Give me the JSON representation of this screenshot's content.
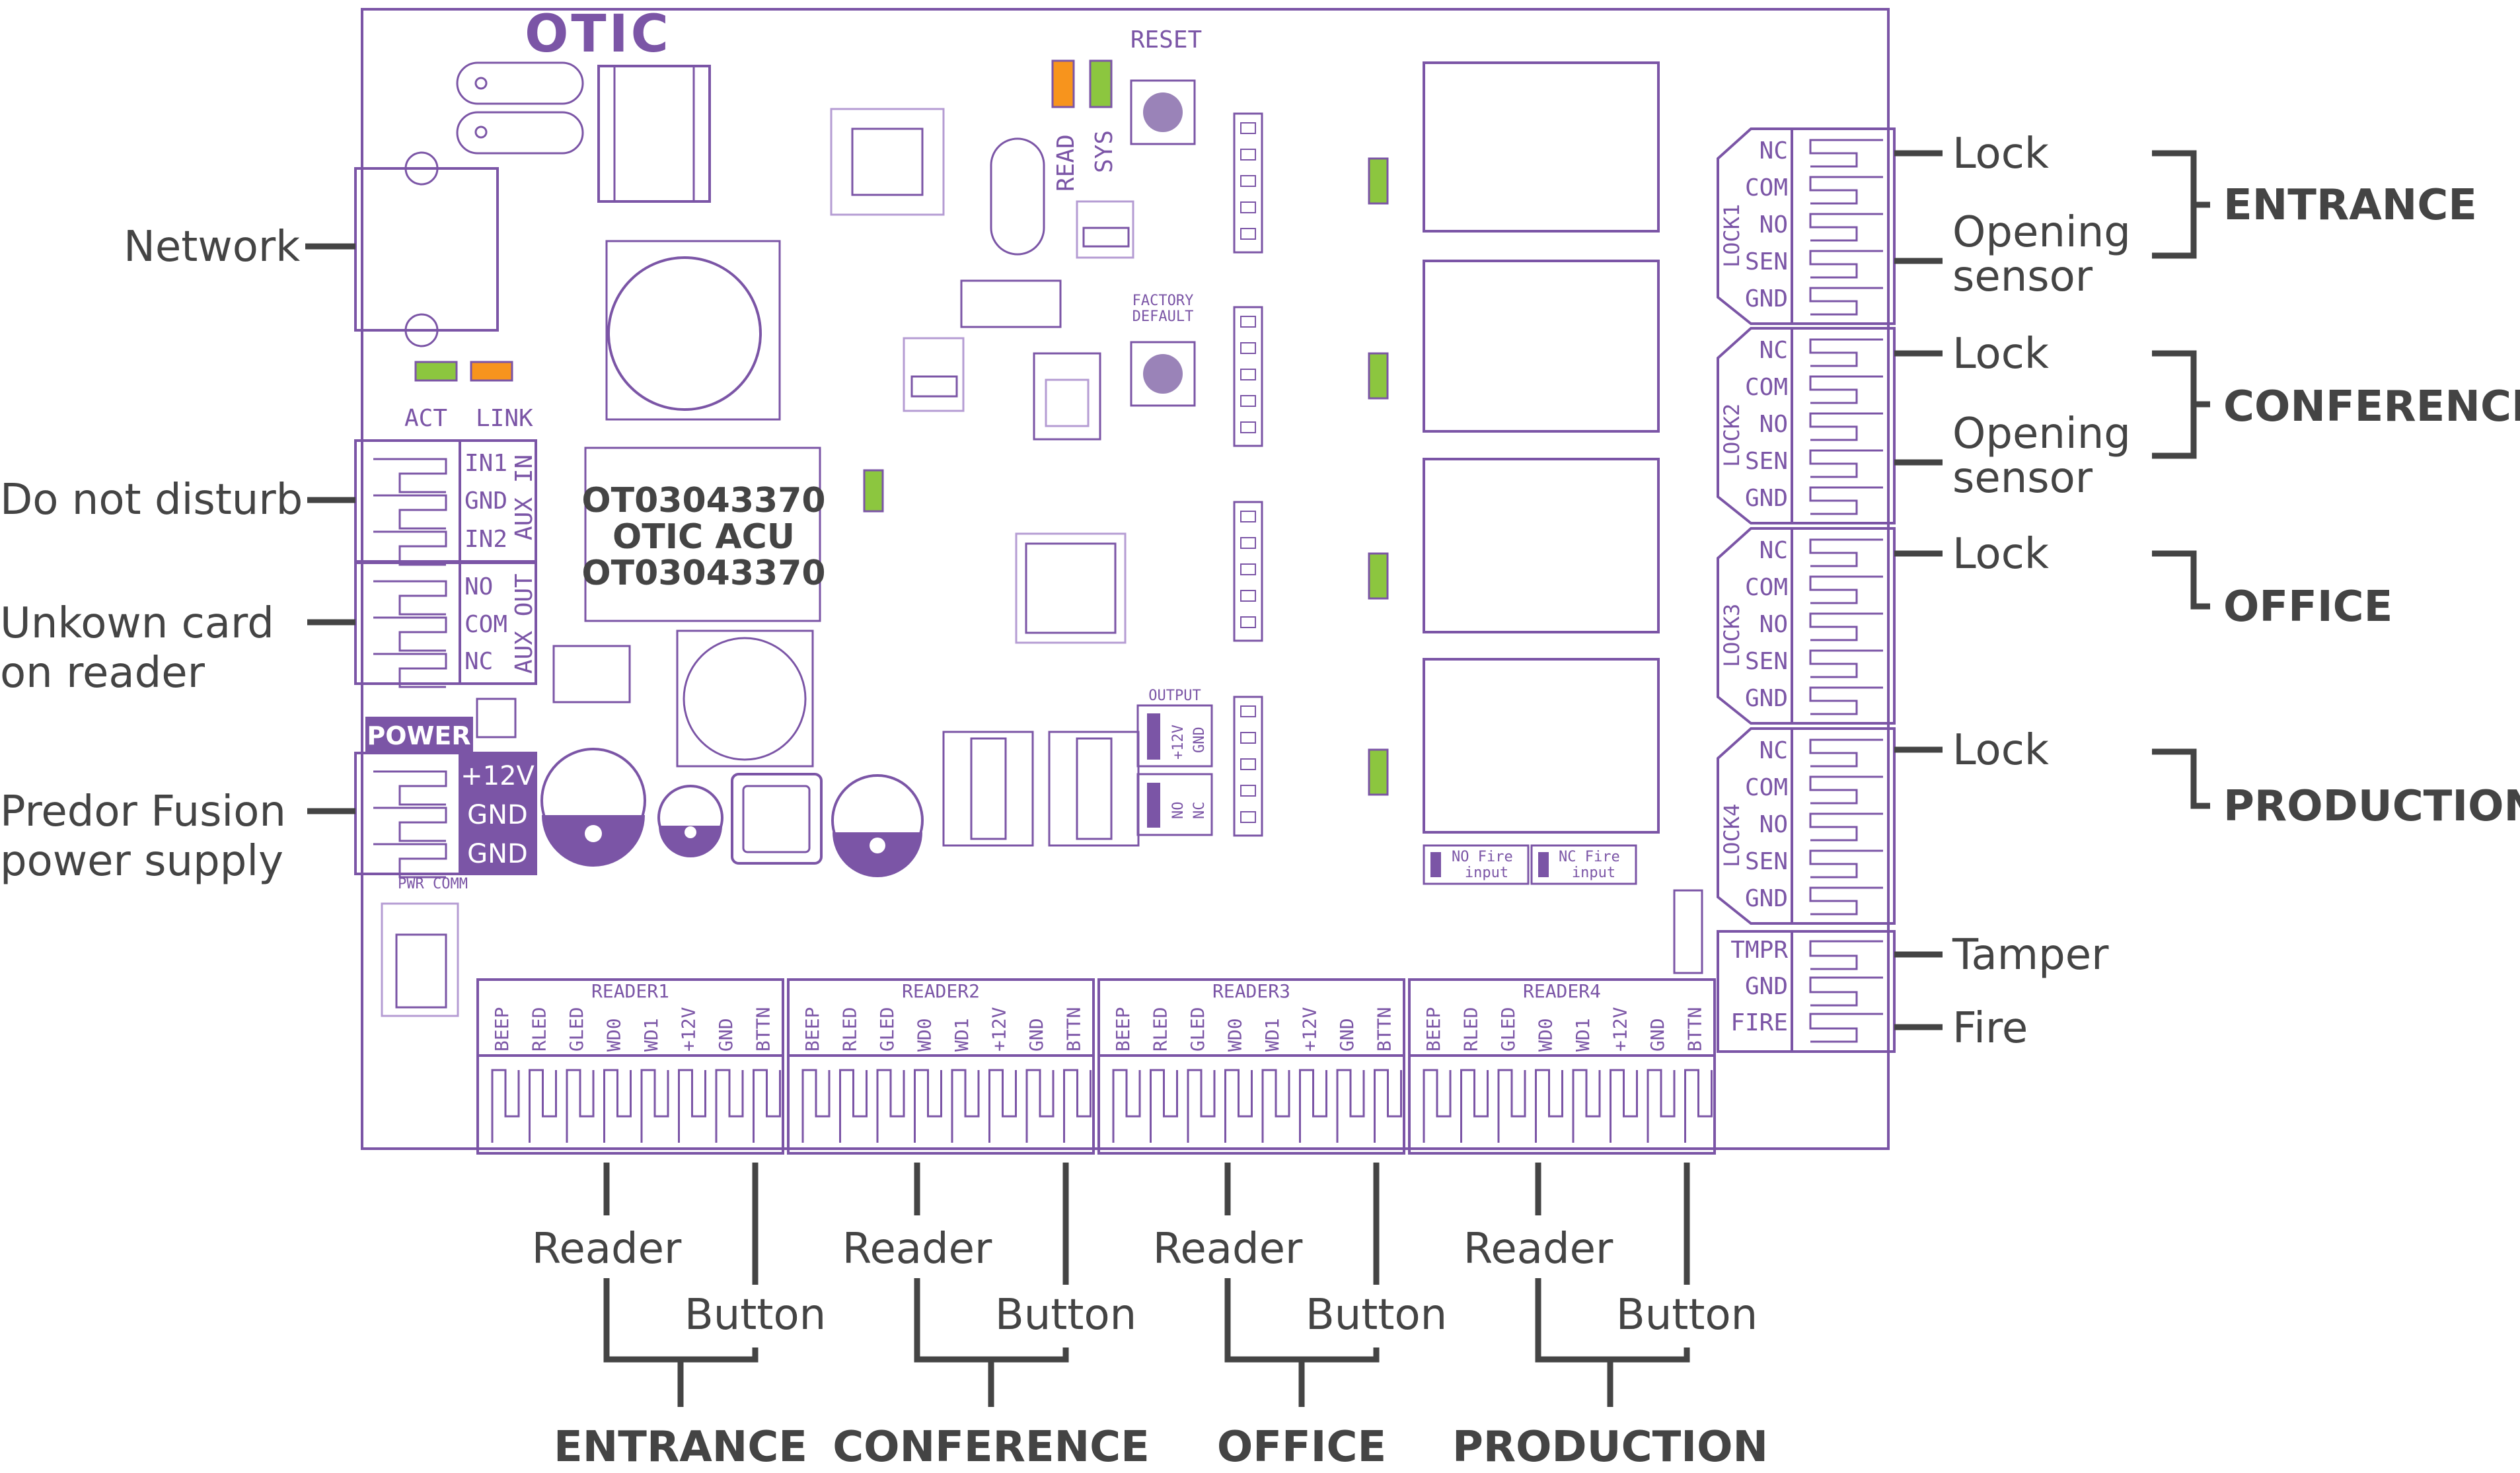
{
  "colors": {
    "board": "#7b55a6",
    "board_light": "#b59cd3",
    "label": "#444444",
    "led_green": "#8cc63f",
    "led_orange": "#f7941d",
    "power_badge": "#7b55a6"
  },
  "board": {
    "logo": "OTIC",
    "reset": "RESET",
    "factory_default": [
      "FACTORY",
      "DEFAULT"
    ],
    "read_led": "READ",
    "sys_led": "SYS",
    "act": "ACT",
    "link": "LINK",
    "id_lines": [
      "OT03043370",
      "OTIC ACU",
      "OT03043370"
    ],
    "aux_in_title": "AUX IN",
    "aux_in_pins": [
      "IN1",
      "GND",
      "IN2"
    ],
    "aux_out_title": "AUX OUT",
    "aux_out_pins": [
      "NO",
      "COM",
      "NC"
    ],
    "power_title": "POWER",
    "power_pins": [
      "+12V",
      "GND",
      "GND"
    ],
    "pwr_comm": "PWR COMM",
    "output_title": "OUTPUT",
    "output_pins_top": [
      "+12V",
      "GND"
    ],
    "output_pins_bottom": [
      "NO",
      "NC"
    ],
    "fire_inputs": [
      "NO Fire input",
      "NC Fire input"
    ],
    "locks": [
      {
        "title": "LOCK1",
        "pins": [
          "NC",
          "COM",
          "NO",
          "SEN",
          "GND"
        ]
      },
      {
        "title": "LOCK2",
        "pins": [
          "NC",
          "COM",
          "NO",
          "SEN",
          "GND"
        ]
      },
      {
        "title": "LOCK3",
        "pins": [
          "NC",
          "COM",
          "NO",
          "SEN",
          "GND"
        ]
      },
      {
        "title": "LOCK4",
        "pins": [
          "NC",
          "COM",
          "NO",
          "SEN",
          "GND"
        ]
      }
    ],
    "tamper_pins": [
      "TMPR",
      "GND",
      "FIRE"
    ],
    "readers": [
      {
        "title": "READER1",
        "pins": [
          "BEEP",
          "RLED",
          "GLED",
          "WD0",
          "WD1",
          "+12V",
          "GND",
          "BTTN"
        ]
      },
      {
        "title": "READER2",
        "pins": [
          "BEEP",
          "RLED",
          "GLED",
          "WD0",
          "WD1",
          "+12V",
          "GND",
          "BTTN"
        ]
      },
      {
        "title": "READER3",
        "pins": [
          "BEEP",
          "RLED",
          "GLED",
          "WD0",
          "WD1",
          "+12V",
          "GND",
          "BTTN"
        ]
      },
      {
        "title": "READER4",
        "pins": [
          "BEEP",
          "RLED",
          "GLED",
          "WD0",
          "WD1",
          "+12V",
          "GND",
          "BTTN"
        ]
      }
    ]
  },
  "left_labels": {
    "network": "Network",
    "do_not_disturb": "Do not disturb",
    "unknown_card": [
      "Unkown card",
      "on reader"
    ],
    "power_supply": [
      "Predor Fusion",
      "power supply"
    ]
  },
  "right_labels": {
    "lock": "Lock",
    "opening_sensor": [
      "Opening",
      "sensor"
    ],
    "tamper": "Tamper",
    "fire": "Fire"
  },
  "bottom_labels": {
    "reader": "Reader",
    "button": "Button"
  },
  "groups": [
    "ENTRANCE",
    "CONFERENCE",
    "OFFICE",
    "PRODUCTION"
  ]
}
